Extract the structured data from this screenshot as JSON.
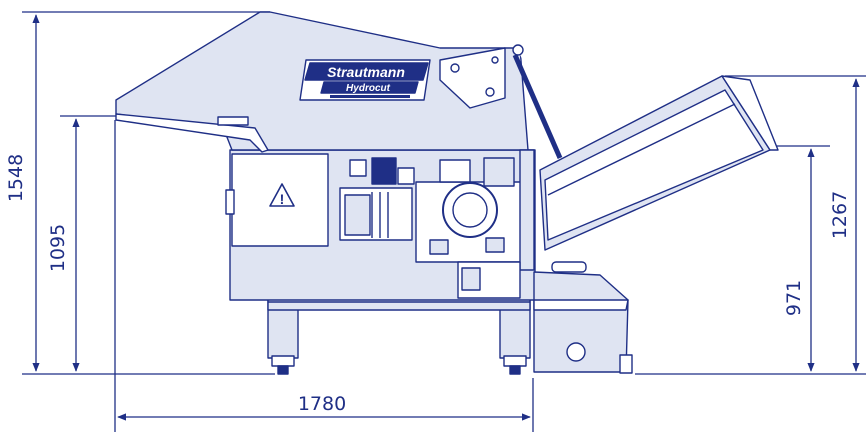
{
  "drawing": {
    "line_color": "#1f2f86",
    "fill_color": "#dfe4f2",
    "dimensions": {
      "overall_height": "1548",
      "hopper_height": "1095",
      "width": "1780",
      "chute_height": "1267",
      "outlet_height": "971"
    },
    "machine": {
      "brand": "Strautmann",
      "model": "Hydrocut",
      "warning_symbol": "!"
    }
  }
}
